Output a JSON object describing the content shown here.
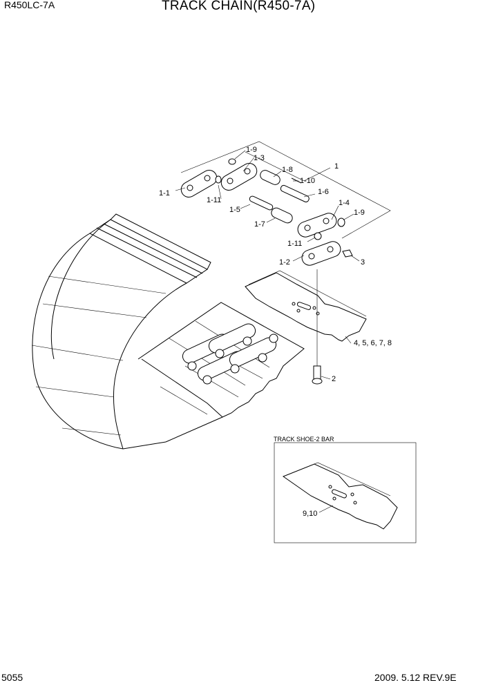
{
  "header": {
    "model": "R450LC-7A",
    "title": "TRACK CHAIN(R450-7A)"
  },
  "footer": {
    "page_number": "5055",
    "revision": "2009. 5.12  REV.9E"
  },
  "inset": {
    "title": "TRACK SHOE-2 BAR"
  },
  "callouts": {
    "c1": "1",
    "c1_1": "1-1",
    "c1_2": "1-2",
    "c1_3": "1-3",
    "c1_4": "1-4",
    "c1_5": "1-5",
    "c1_6": "1-6",
    "c1_7": "1-7",
    "c1_8": "1-8",
    "c1_9a": "1-9",
    "c1_9b": "1-9",
    "c1_10": "1-10",
    "c1_11a": "1-11",
    "c1_11b": "1-11",
    "c2": "2",
    "c3": "3",
    "c4_8": "4, 5, 6, 7, 8",
    "c9_10": "9,10"
  }
}
